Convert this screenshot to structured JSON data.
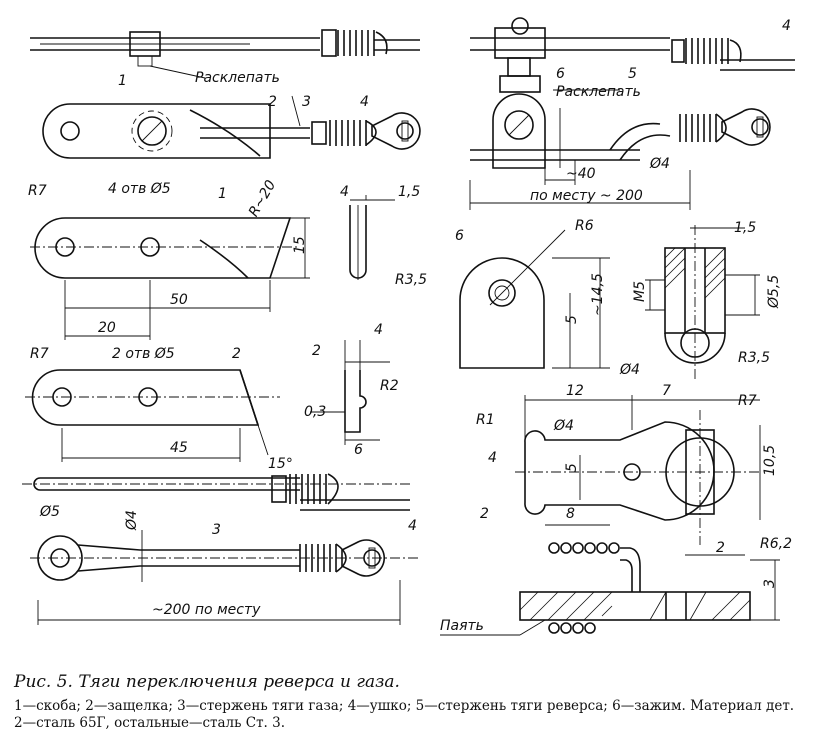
{
  "labels": {
    "l1a": "1",
    "l2a": "2",
    "l3a": "3",
    "l4a": "4",
    "l4top": "4",
    "l5top": "5",
    "l6top": "6",
    "rasklepat1": "Расклепать",
    "rasklepat2": "Расклепать",
    "dim_40": "~40",
    "dim_200top": "по месту ~ 200",
    "dia4a": "Ø4",
    "r7a": "R7",
    "holes4": "4 отв Ø5",
    "l1b": "1",
    "r20": "R~20",
    "dim15": "15",
    "dim4a": "4",
    "dim15b": "1,5",
    "r35a": "R3,5",
    "dim50": "50",
    "dim20": "20",
    "l6mid": "6",
    "r6": "R6",
    "dim145": "~14,5",
    "dim5a": "5",
    "dim15c": "1,5",
    "m5": "M5",
    "dia55": "Ø5,5",
    "dia4b": "Ø4",
    "r35b": "R3,5",
    "r7b": "R7",
    "holes2": "2 отв Ø5",
    "l2b": "2",
    "dim4b": "4",
    "dim2a": "2",
    "r2": "R2",
    "dim03": "0,3",
    "dim45": "45",
    "ang15": "15°",
    "dim6": "6",
    "dim12": "12",
    "dim7": "7",
    "r7c": "R7",
    "r1": "R1",
    "dia4c": "Ø4",
    "l4c": "4",
    "dim5b": "5",
    "dim105": "10,5",
    "dim8": "8",
    "dim2b": "2",
    "dim2c": "2",
    "r62": "R6,2",
    "dia5": "Ø5",
    "dia4d": "Ø4",
    "l3b": "3",
    "l4d": "4",
    "dim200bot": "~200 по месту",
    "dim3": "3",
    "payat": "Паять"
  },
  "caption": {
    "title": "Рис. 5. Тяги переключения реверса и газа.",
    "body": "1—скоба; 2—защелка; 3—стержень тяги газа; 4—ушко; 5—стержень тяги реверса; 6—зажим. Материал дет. 2—сталь 65Г, остальные—сталь Ст. 3."
  }
}
